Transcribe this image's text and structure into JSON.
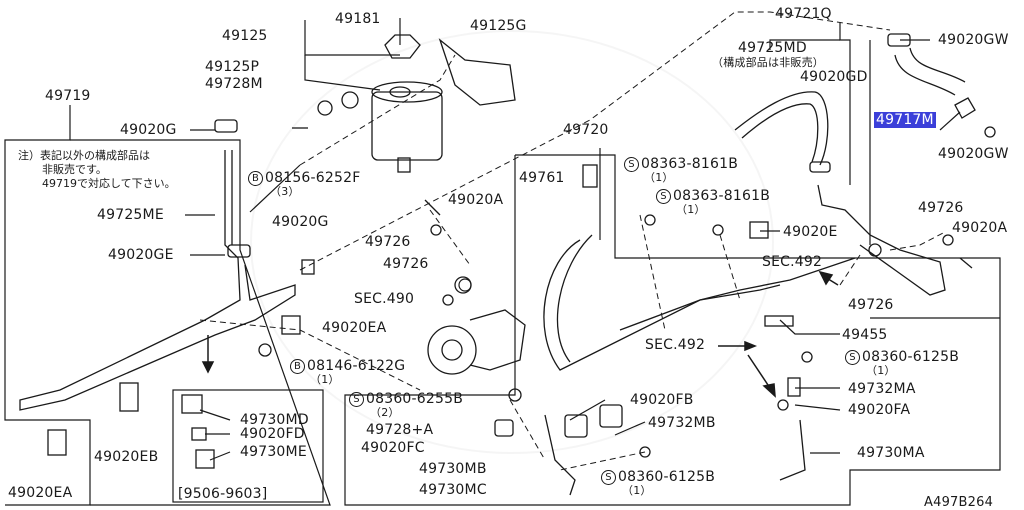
{
  "figure_id": "A497B264",
  "note": {
    "line1": "注）表記以外の構成部品は",
    "line2": "非販売です。",
    "line3": "49719で対応して下さい。"
  },
  "sub_note_49725MD": "（構成部品は非販売）",
  "date_range": "[9506-9603]",
  "labels": [
    {
      "id": "49181",
      "text": "49181"
    },
    {
      "id": "49125",
      "text": "49125"
    },
    {
      "id": "49125G",
      "text": "49125G"
    },
    {
      "id": "49125P",
      "text": "49125P"
    },
    {
      "id": "49728M",
      "text": "49728M"
    },
    {
      "id": "49719",
      "text": "49719"
    },
    {
      "id": "49020G_top",
      "text": "49020G"
    },
    {
      "id": "bolt_08156",
      "text": "08156-6252F",
      "prefix": "B",
      "qty": "3"
    },
    {
      "id": "49725ME",
      "text": "49725ME"
    },
    {
      "id": "49020G_mid",
      "text": "49020G"
    },
    {
      "id": "49020GE",
      "text": "49020GE"
    },
    {
      "id": "49020A_mid",
      "text": "49020A"
    },
    {
      "id": "49726_a",
      "text": "49726"
    },
    {
      "id": "49726_b",
      "text": "49726"
    },
    {
      "id": "sec490",
      "text": "SEC.490"
    },
    {
      "id": "49020EA_mid",
      "text": "49020EA"
    },
    {
      "id": "bolt_08146",
      "text": "08146-6122G",
      "prefix": "B",
      "qty": "1"
    },
    {
      "id": "49020EB",
      "text": "49020EB"
    },
    {
      "id": "49730MD",
      "text": "49730MD"
    },
    {
      "id": "49020FD",
      "text": "49020FD"
    },
    {
      "id": "49730ME",
      "text": "49730ME"
    },
    {
      "id": "49020EA_low",
      "text": "49020EA"
    },
    {
      "id": "49721Q",
      "text": "49721Q"
    },
    {
      "id": "49725MD",
      "text": "49725MD"
    },
    {
      "id": "49020GD",
      "text": "49020GD"
    },
    {
      "id": "49020GW_top",
      "text": "49020GW"
    },
    {
      "id": "49717M",
      "text": "49717M"
    },
    {
      "id": "49020GW_low",
      "text": "49020GW"
    },
    {
      "id": "49720",
      "text": "49720"
    },
    {
      "id": "49761",
      "text": "49761"
    },
    {
      "id": "screw_08363_a",
      "text": "08363-8161B",
      "prefix": "S",
      "qty": "1"
    },
    {
      "id": "screw_08363_b",
      "text": "08363-8161B",
      "prefix": "S",
      "qty": "1"
    },
    {
      "id": "49020E",
      "text": "49020E"
    },
    {
      "id": "49726_c",
      "text": "49726"
    },
    {
      "id": "49020A_right",
      "text": "49020A"
    },
    {
      "id": "sec492_a",
      "text": "SEC.492"
    },
    {
      "id": "49726_d",
      "text": "49726"
    },
    {
      "id": "49455",
      "text": "49455"
    },
    {
      "id": "sec492_b",
      "text": "SEC.492"
    },
    {
      "id": "screw_08360_6125_a",
      "text": "08360-6125B",
      "prefix": "S",
      "qty": "1"
    },
    {
      "id": "49732MA",
      "text": "49732MA"
    },
    {
      "id": "49020FA",
      "text": "49020FA"
    },
    {
      "id": "screw_08360_6255",
      "text": "08360-6255B",
      "prefix": "S",
      "qty": "2"
    },
    {
      "id": "49728A",
      "text": "49728+A"
    },
    {
      "id": "49020FB",
      "text": "49020FB"
    },
    {
      "id": "49020FC",
      "text": "49020FC"
    },
    {
      "id": "49732MB",
      "text": "49732MB"
    },
    {
      "id": "49730MB",
      "text": "49730MB"
    },
    {
      "id": "screw_08360_6125_b",
      "text": "08360-6125B",
      "prefix": "S",
      "qty": "1"
    },
    {
      "id": "49730MC",
      "text": "49730MC"
    },
    {
      "id": "49730MA",
      "text": "49730MA"
    }
  ]
}
